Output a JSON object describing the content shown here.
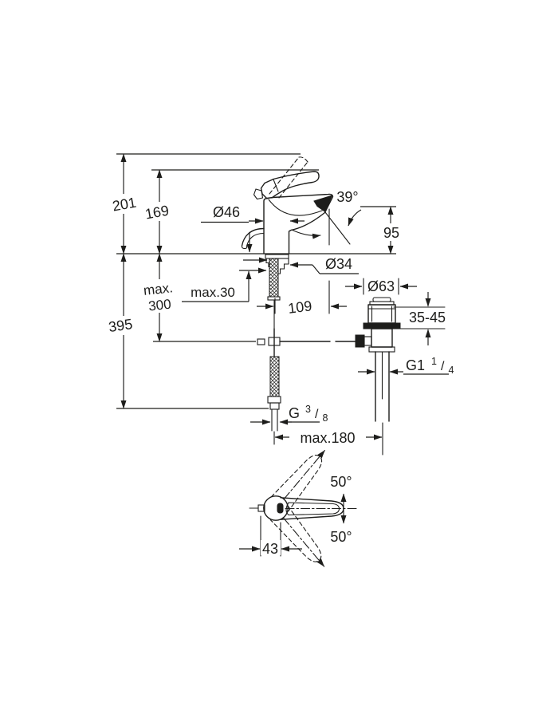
{
  "drawing": {
    "colors": {
      "line": "#1d1d1b",
      "background": "#ffffff"
    },
    "side_view": {
      "labels": {
        "height_handle_raised": "201",
        "height_handle_rest": "169",
        "body_diameter": "Ø46",
        "spout_angle": "39°",
        "spout_outlet_height": "95",
        "mount_hole_diameter": "Ø34",
        "deck_thickness": "max.30",
        "spout_reach": "109",
        "depth_rod_max_line1": "max.",
        "depth_rod_max_line2": "300",
        "depth_hose_total": "395",
        "waste_flange_diameter": "Ø63",
        "waste_clamp_range": "35-45",
        "waste_thread": {
          "base": "G1",
          "sup": "1",
          "slash": "/",
          "sub": "4"
        },
        "supply_thread": {
          "base": "G",
          "sup": "3",
          "slash": "/",
          "sub": "8"
        },
        "rod_to_waste_max": "max.180"
      }
    },
    "top_view": {
      "labels": {
        "swing_angle_upper": "50°",
        "swing_angle_lower": "50°",
        "lever_offset": "43"
      }
    }
  }
}
